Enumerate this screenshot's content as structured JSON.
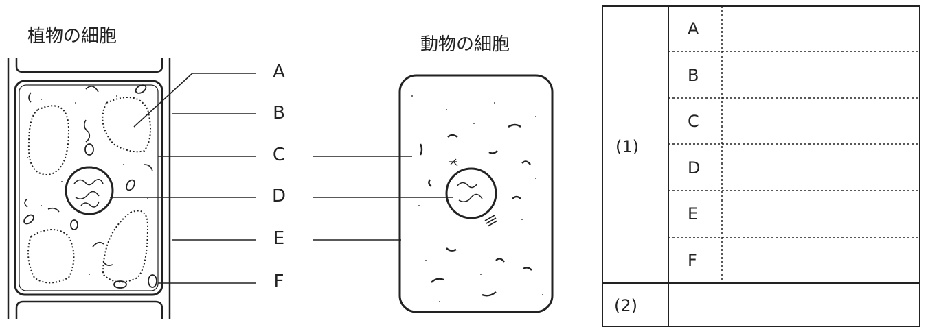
{
  "titles": {
    "plant": "植物の細胞",
    "animal": "動物の細胞"
  },
  "diagram_labels": [
    "A",
    "B",
    "C",
    "D",
    "E",
    "F"
  ],
  "answer_table": {
    "q1_label": "(1)",
    "q1_rows": [
      "A",
      "B",
      "C",
      "D",
      "E",
      "F"
    ],
    "q2_label": "(2)"
  }
}
